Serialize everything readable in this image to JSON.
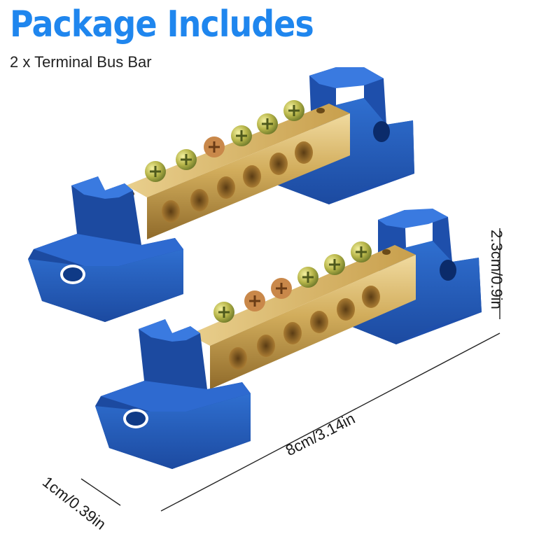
{
  "header": {
    "title": "Package Includes",
    "subtitle": "2 x Terminal Bus Bar"
  },
  "dimensions": {
    "length": "8cm/3.14in",
    "height": "2.3cm/0.9in",
    "width": "1cm/0.39in"
  },
  "colors": {
    "title": "#1f86ee",
    "base": "#1f55b4",
    "brass": "#c9a24a"
  }
}
